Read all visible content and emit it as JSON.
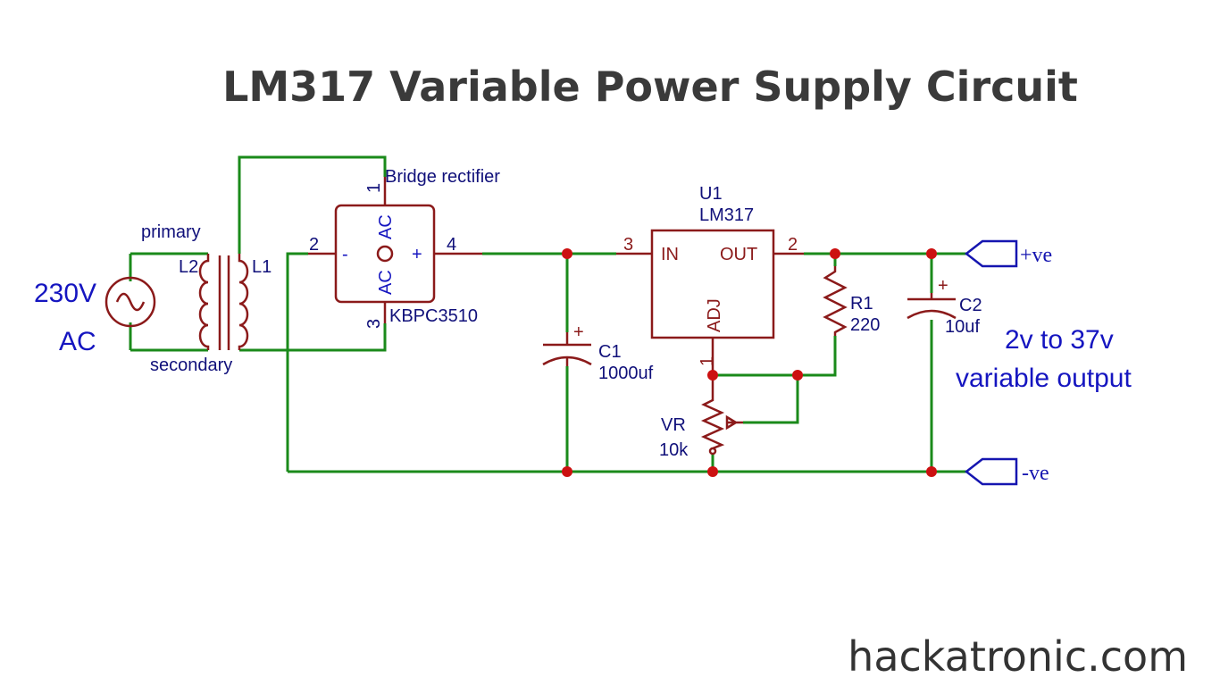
{
  "title": "LM317 Variable Power Supply Circuit",
  "website": "hackatronic.com",
  "source": {
    "voltage": "230V",
    "type": "AC"
  },
  "transformer": {
    "primary_label": "primary",
    "secondary_label": "secondary",
    "coil_left": "L2",
    "coil_right": "L1"
  },
  "rectifier": {
    "name": "Bridge rectifier",
    "part": "KBPC3510",
    "pin1": "1",
    "pin2": "2",
    "pin3": "3",
    "pin4": "4",
    "ac_top": "AC",
    "ac_bottom": "AC",
    "minus": "-",
    "plus": "+"
  },
  "c1": {
    "ref": "C1",
    "value": "1000uf",
    "polarity": "+"
  },
  "regulator": {
    "ref": "U1",
    "part": "LM317",
    "pin_in": "IN",
    "pin_out": "OUT",
    "pin_adj": "ADJ",
    "pin_in_num": "3",
    "pin_out_num": "2",
    "pin_adj_num": "1"
  },
  "r1": {
    "ref": "R1",
    "value": "220"
  },
  "vr": {
    "ref": "VR",
    "value": "10k"
  },
  "c2": {
    "ref": "C2",
    "value": "10uf",
    "polarity": "+"
  },
  "output": {
    "positive": "+ve",
    "negative": "-ve",
    "range_line1": "2v to 37v",
    "range_line2": "variable output"
  }
}
